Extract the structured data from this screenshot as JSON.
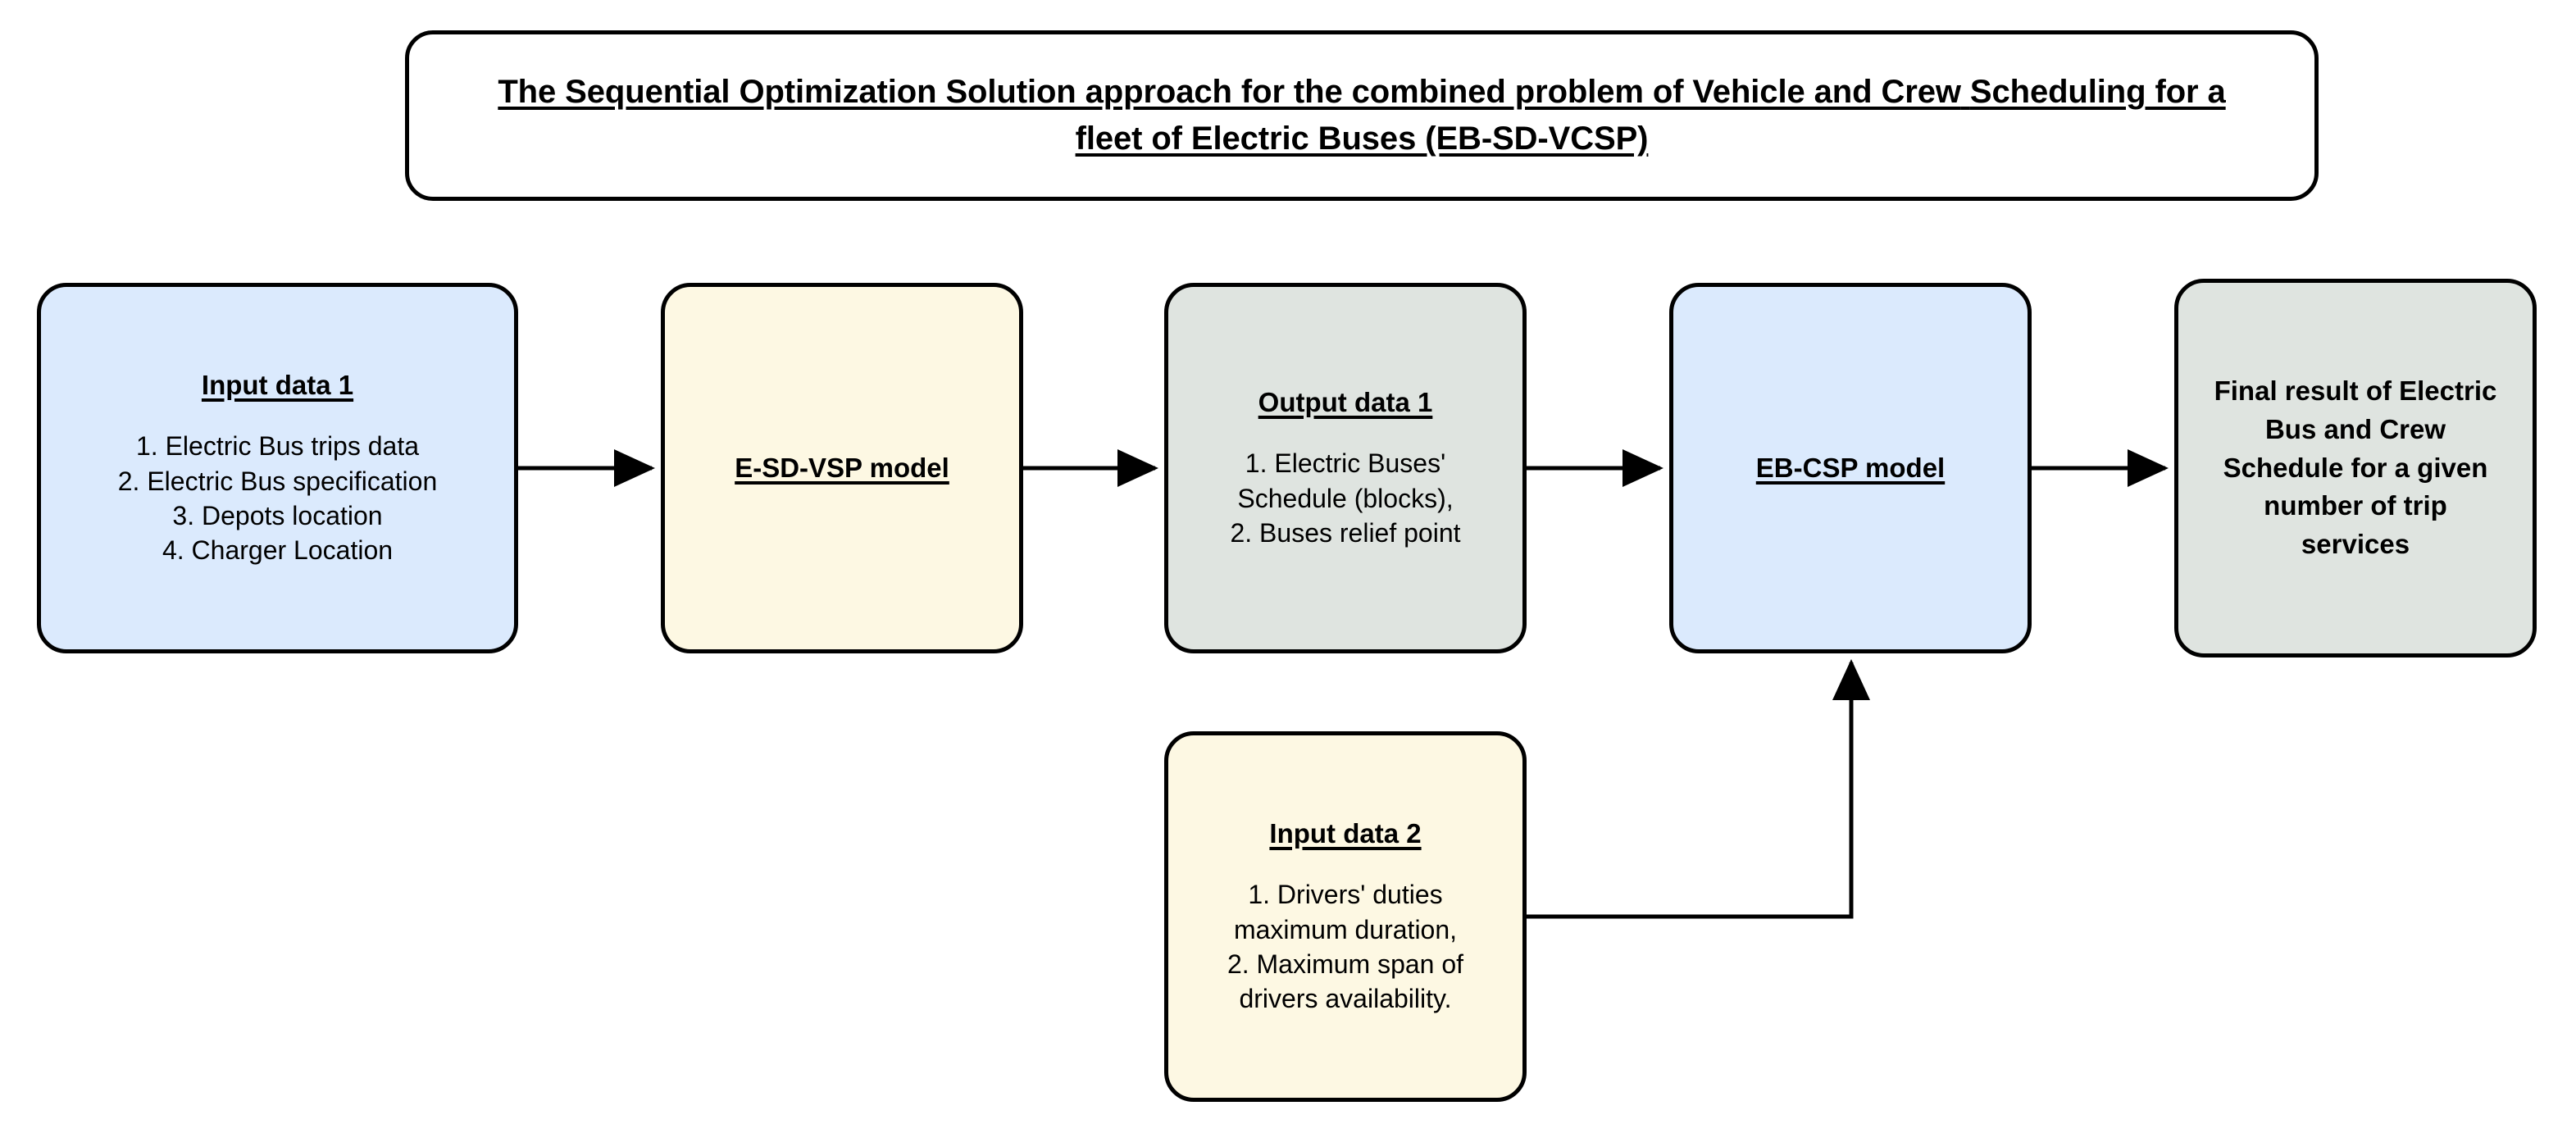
{
  "title": {
    "line1": "The Sequential Optimization Solution approach for the combined problem of Vehicle and Crew",
    "line2": "Scheduling for a fleet of Electric Buses (EB-SD-VCSP)"
  },
  "nodes": {
    "input_data_1": {
      "heading": "Input data 1",
      "items": [
        "1. Electric Bus trips data",
        "2. Electric Bus specification",
        "3. Depots location",
        "4. Charger Location"
      ],
      "fill": "#dbeafd"
    },
    "vsp_model": {
      "label": "E-SD-VSP model",
      "fill": "#fdf8e3"
    },
    "output_data_1": {
      "heading": "Output data 1",
      "items": [
        "1. Electric Buses'",
        "Schedule (blocks),",
        "2. Buses relief point"
      ],
      "fill": "#dfe4e0"
    },
    "csp_model": {
      "label": "EB-CSP model",
      "fill": "#dbeafd"
    },
    "final_result": {
      "lines": [
        "Final result of Electric",
        "Bus and Crew",
        "Schedule for a given",
        "number of trip",
        "services"
      ],
      "fill": "#dfe4e0"
    },
    "input_data_2": {
      "heading": "Input data 2",
      "items": [
        "1. Drivers' duties",
        "maximum duration,",
        "2. Maximum span of",
        "drivers availability."
      ],
      "fill": "#fdf8e3"
    }
  },
  "connectors": {
    "stroke": "#000000",
    "edges": [
      {
        "name": "input-1-to-vsp-model",
        "type": "straight-right"
      },
      {
        "name": "vsp-model-to-output-1",
        "type": "straight-right"
      },
      {
        "name": "output-1-to-csp-model",
        "type": "straight-right"
      },
      {
        "name": "csp-model-to-final",
        "type": "straight-right"
      },
      {
        "name": "input-2-to-csp-model",
        "type": "elbow-right-up"
      }
    ]
  }
}
